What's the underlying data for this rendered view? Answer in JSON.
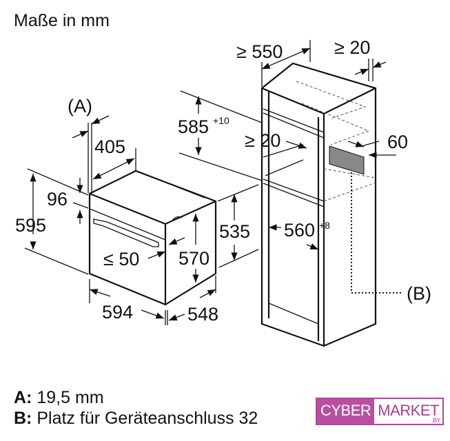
{
  "title": "Maße in mm",
  "labels": {
    "A": "(A)",
    "B": "(B)"
  },
  "dimensions": {
    "d405": "405",
    "d96": "96",
    "d595": "595",
    "d594": "594",
    "d548": "548",
    "d570": "570",
    "d535": "535",
    "d50": "≤ 50",
    "d550": "≥ 550",
    "d20top": "≥ 20",
    "d585": "585",
    "d585_sup": "+10",
    "d20mid": "≥ 20",
    "d60": "60",
    "d560": "560",
    "d560_sup": "+8"
  },
  "legend": {
    "a_key": "A:",
    "a_text": "19,5 mm",
    "b_key": "B:",
    "b_text": "Platz für Geräteanschluss 32"
  },
  "logo": {
    "part1": "CYBER",
    "part2": "MARKET",
    "suffix": ".BY"
  }
}
